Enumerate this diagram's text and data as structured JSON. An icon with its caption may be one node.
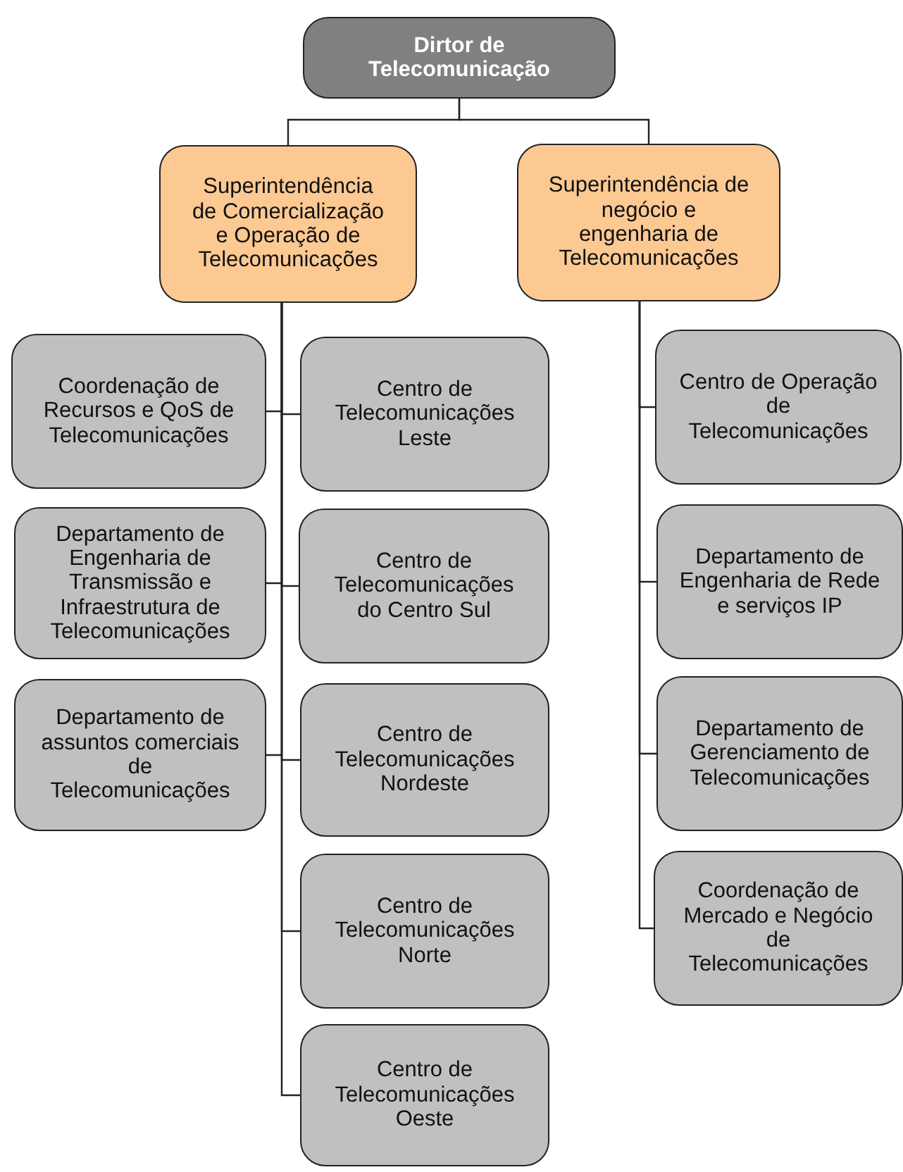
{
  "diagram": {
    "nodes": [
      {
        "text": [
          "Dirtor de Telecomunicação"
        ]
      },
      {
        "text": [
          "Superintendência de Comercialização e Operação de Telecomunicações"
        ]
      },
      {
        "text": [
          "Superintendência de negócio e engenharia de Telecomunicações"
        ]
      },
      {
        "text": [
          "Coordenação de Recursos e QoS de Telecomunicações"
        ]
      },
      {
        "text": [
          "Centro de Telecomunicações Leste"
        ]
      },
      {
        "text": [
          "Departamento de Engenharia de Transmissão e Infraestrutura de Telecomunicações"
        ]
      },
      {
        "text": [
          "Centro de Telecomunicações do Centro Sul"
        ]
      },
      {
        "text": [
          "Departamento de assuntos comerciais de Telecomunicações"
        ]
      },
      {
        "text": [
          "Centro de Telecomunicações Nordeste"
        ]
      },
      {
        "text": [
          "Centro de Telecomunicações Norte"
        ]
      },
      {
        "text": [
          "Centro de Telecomunicações Oeste"
        ]
      },
      {
        "text": [
          "Centro de Operação de Telecomunicações"
        ]
      },
      {
        "text": [
          "Departamento de Engenharia de Rede e serviços IP"
        ]
      },
      {
        "text": [
          "Departamento de Gerenciamento de Telecomunicações"
        ]
      },
      {
        "text": [
          "Coordenação de Mercado e Negócio de Telecomunicações"
        ]
      }
    ],
    "edges": [
      {
        "from": 0,
        "to": 1,
        "arrow": "none"
      },
      {
        "from": 0,
        "to": 2,
        "arrow": "none"
      },
      {
        "from": 1,
        "to": 3,
        "arrow": "none"
      },
      {
        "from": 1,
        "to": 4,
        "arrow": "none"
      },
      {
        "from": 1,
        "to": 5,
        "arrow": "none"
      },
      {
        "from": 1,
        "to": 6,
        "arrow": "none"
      },
      {
        "from": 1,
        "to": 7,
        "arrow": "none"
      },
      {
        "from": 1,
        "to": 8,
        "arrow": "none"
      },
      {
        "from": 1,
        "to": 9,
        "arrow": "none"
      },
      {
        "from": 1,
        "to": 10,
        "arrow": "none"
      },
      {
        "from": 2,
        "to": 11,
        "arrow": "none"
      },
      {
        "from": 2,
        "to": 12,
        "arrow": "none"
      },
      {
        "from": 2,
        "to": 13,
        "arrow": "none"
      },
      {
        "from": 2,
        "to": 14,
        "arrow": "none"
      }
    ]
  }
}
